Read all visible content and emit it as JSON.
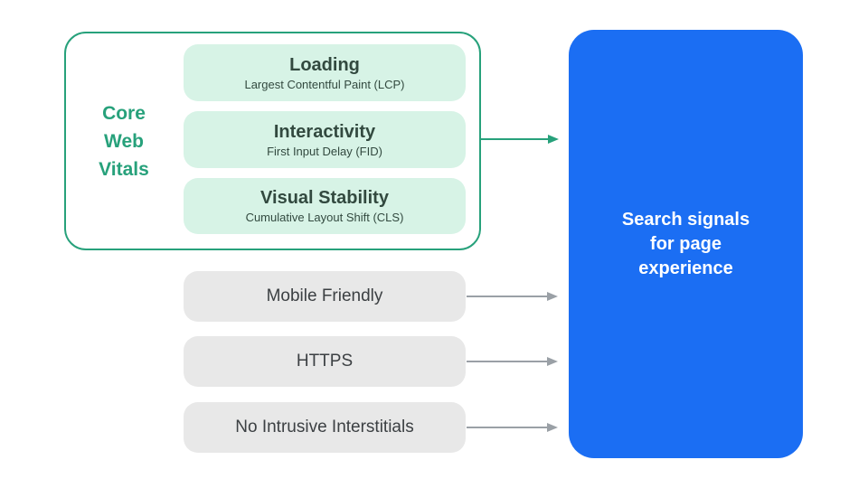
{
  "diagram_title": "Search signals for page experience",
  "colors": {
    "green": "#27a17b",
    "green_light": "#d7f3e6",
    "green_text_dark": "#32493f",
    "blue": "#1b6ef3",
    "gray_box": "#e8e8e8",
    "gray_text": "#3c4043",
    "arrow_gray": "#9aa0a6",
    "white": "#ffffff"
  },
  "core_web_vitals": {
    "label": "Core\nWeb\nVitals",
    "items": [
      {
        "title": "Loading",
        "subtitle": "Largest Contentful Paint (LCP)"
      },
      {
        "title": "Interactivity",
        "subtitle": "First Input Delay (FID)"
      },
      {
        "title": "Visual Stability",
        "subtitle": "Cumulative Layout Shift (CLS)"
      }
    ]
  },
  "other_signals": [
    {
      "label": "Mobile Friendly"
    },
    {
      "label": "HTTPS"
    },
    {
      "label": "No Intrusive Interstitials"
    }
  ],
  "result": {
    "label": "Search signals\nfor page\nexperience"
  }
}
